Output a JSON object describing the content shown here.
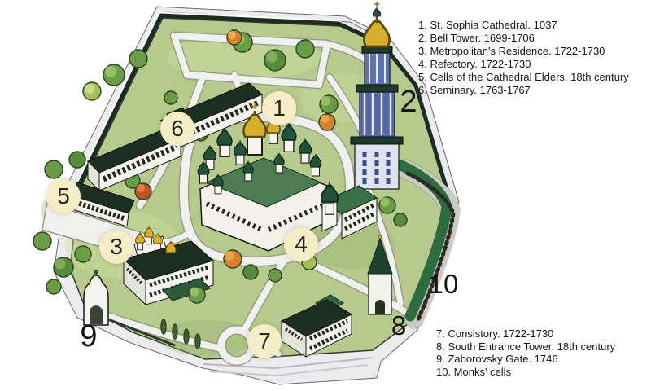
{
  "map": {
    "markers": [
      {
        "label": "1",
        "style": "circle",
        "feature": "st-sophia-cathedral"
      },
      {
        "label": "2",
        "style": "plain",
        "feature": "bell-tower"
      },
      {
        "label": "3",
        "style": "circle",
        "feature": "metropolitans-residence"
      },
      {
        "label": "4",
        "style": "circle",
        "feature": "refectory"
      },
      {
        "label": "5",
        "style": "circle",
        "feature": "cells-of-cathedral-elders"
      },
      {
        "label": "6",
        "style": "circle",
        "feature": "seminary"
      },
      {
        "label": "7",
        "style": "circle",
        "feature": "consistory"
      },
      {
        "label": "8",
        "style": "plain",
        "feature": "south-entrance-tower"
      },
      {
        "label": "9",
        "style": "plain",
        "feature": "zaborovsky-gate"
      },
      {
        "label": "10",
        "style": "plain",
        "feature": "monks-cells"
      }
    ],
    "colors": {
      "grass": "#b5ca8c",
      "path": "#f0f0ee",
      "terrace": "#ececee",
      "plaza": "#e6e6ea",
      "wall_cap": "#1b2d22",
      "roof_dark": "#1d2f23",
      "roof_green": "#3a7148",
      "monks_roof": "#2f6b40",
      "dome_gold": "#d9ae2e",
      "dome_green": "#24513a",
      "bell_tower_blue": "#5468a8",
      "autumn_orange": "#d8812d",
      "autumn_red": "#c05327",
      "marker_bg": "#f5edc7",
      "text": "#161616"
    }
  },
  "legend_top": {
    "items": [
      "1. St. Sophia Cathedral. 1037",
      "2. Bell Tower. 1699-1706",
      "3. Metropolitan's Residence. 1722-1730",
      "4. Refectory. 1722-1730",
      "5. Cells of the Cathedral Elders. 18th century",
      "6. Seminary. 1763-1767"
    ]
  },
  "legend_bottom": {
    "items": [
      "7. Consistory. 1722-1730",
      "8. South Entrance Tower. 18th century",
      "9. Zaborovsky Gate. 1746",
      "10. Monks' cells"
    ]
  }
}
